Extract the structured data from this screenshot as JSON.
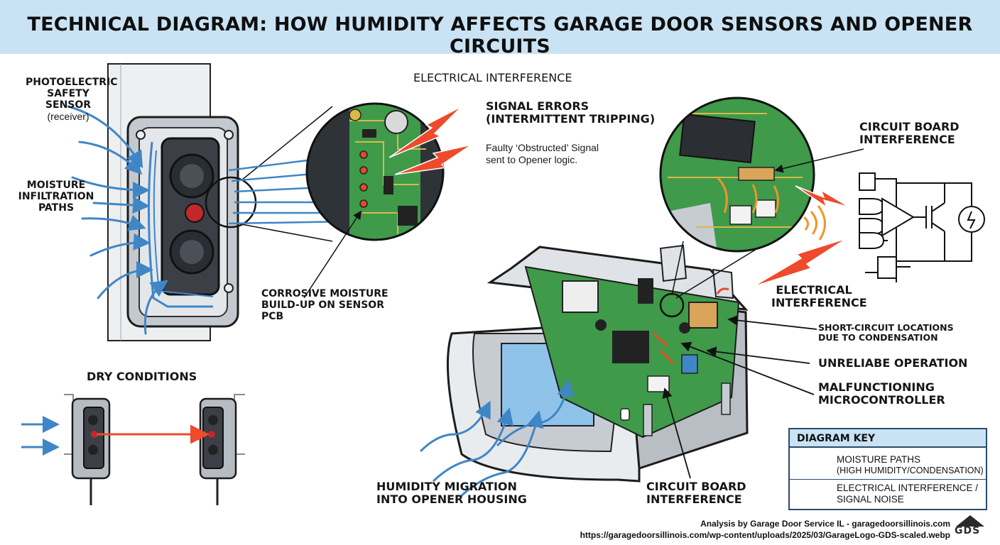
{
  "title": "TECHNICAL DIAGRAM: HOW HUMIDITY AFFECTS GARAGE DOOR SENSORS AND OPENER CIRCUITS",
  "labels": {
    "photo_sensor_1": "PHOTOELECTRIC",
    "photo_sensor_2": "SAFETY SENSOR",
    "photo_sensor_sub": "(receiver)",
    "moisture_paths_1": "MOISTURE",
    "moisture_paths_2": "INFILTRATION",
    "moisture_paths_3": "PATHS",
    "corrosive_1": "CORROSIVE MOISTURE",
    "corrosive_2": "BUILD-UP ON SENSOR",
    "corrosive_3": "PCB",
    "dry_conditions": "DRY CONDITIONS",
    "electrical_interference_top": "ELECTRICAL INTERFERENCE",
    "signal_errors_1": "SIGNAL ERRORS",
    "signal_errors_2": "(INTERMITTENT TRIPPING)",
    "faulty_1": "Faulty ‘Obstructed’ Signal",
    "faulty_2": "sent to Opener logic.",
    "circuit_board_int_top_1": "CIRCUIT BOARD",
    "circuit_board_int_top_2": "INTERFERENCE",
    "electrical_interference_mid_1": "ELECTRICAL",
    "electrical_interference_mid_2": "INTERFERENCE",
    "short_circuit_1": "SHORT-CIRCUIT LOCATIONS",
    "short_circuit_2": "DUE TO CONDENSATION",
    "unreliable": "UNRELIABE OPERATION",
    "malfunction_1": "MALFUNCTIONING",
    "malfunction_2": "MICROCONTROLLER",
    "humidity_migration_1": "HUMIDITY MIGRATION",
    "humidity_migration_2": "INTO OPENER HOUSING",
    "circuit_board_int_bottom_1": "CIRCUIT BOARD",
    "circuit_board_int_bottom_2": "INTERFERENCE"
  },
  "key": {
    "title": "DIAGRAM KEY",
    "moisture_main": "MOISTURE PATHS",
    "moisture_sub": "(HIGH HUMIDITY/CONDENSATION)",
    "interference_main": "ELECTRICAL INTERFERENCE /",
    "interference_sub": "SIGNAL NOISE"
  },
  "credit": {
    "line1": "Analysis by Garage Door Service IL - garagedoorsillinois.com",
    "line2": "https://garagedoorsillinois.com/wp-content/uploads/2025/03/GarageLogo-GDS-scaled.webp"
  },
  "logo_text": "GDS",
  "colors": {
    "title_bg": "#c9e3f4",
    "moisture_blue": "#3f86c6",
    "interference_red": "#ee4a2b",
    "pcb_green": "#3f9a4a",
    "housing_gray": "#c8cdd3",
    "key_border": "#2b4a6a"
  }
}
